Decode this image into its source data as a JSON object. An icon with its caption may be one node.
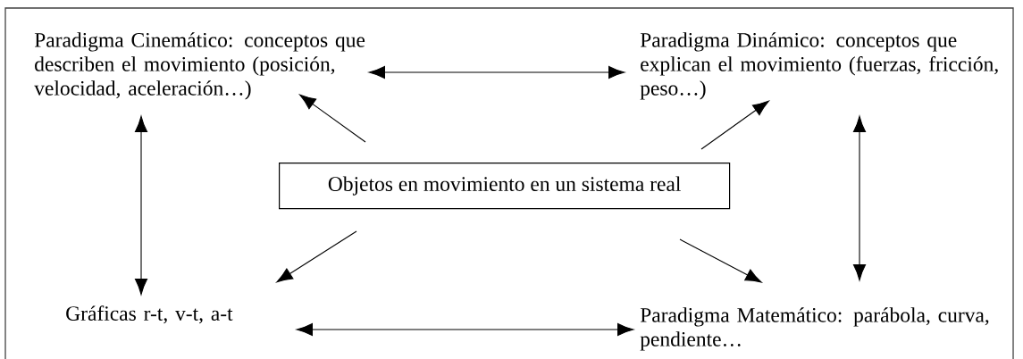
{
  "diagram": {
    "nodes": [
      {
        "text": [
          "Paradigma Cinemático: conceptos que describen el movimiento (posición, velocidad, aceleración…)"
        ]
      },
      {
        "text": [
          "Paradigma Dinámico: conceptos que explican el movimiento (fuerzas, fricción, peso…)"
        ]
      },
      {
        "text": [
          "Objetos en movimiento en un sistema real"
        ]
      },
      {
        "text": [
          "Gráficas r-t, v-t, a-t"
        ]
      },
      {
        "text": [
          "Paradigma Matemático: parábola, curva, pendiente…"
        ]
      }
    ],
    "edges": [
      {
        "from": 0,
        "to": 1,
        "arrow": "both"
      },
      {
        "from": 2,
        "to": 0,
        "arrow": "to"
      },
      {
        "from": 2,
        "to": 1,
        "arrow": "to"
      },
      {
        "from": 0,
        "to": 3,
        "arrow": "both"
      },
      {
        "from": 1,
        "to": 4,
        "arrow": "both"
      },
      {
        "from": 2,
        "to": 3,
        "arrow": "to"
      },
      {
        "from": 2,
        "to": 4,
        "arrow": "to"
      },
      {
        "from": 3,
        "to": 4,
        "arrow": "both"
      }
    ]
  }
}
